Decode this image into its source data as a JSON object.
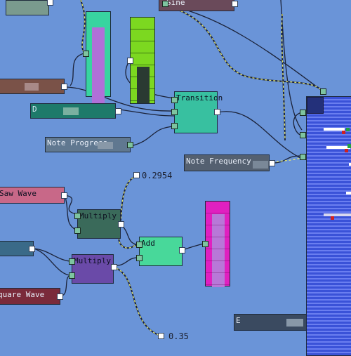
{
  "nodes": {
    "sine": {
      "label": "Sine"
    },
    "transition": {
      "label": "Transition"
    },
    "d_node": {
      "label": "D"
    },
    "note_progress": {
      "label": "Note Progress"
    },
    "note_frequency": {
      "label": "Note Frequency"
    },
    "saw_wave": {
      "label": "Saw Wave"
    },
    "multiply_1": {
      "label": "Multiply"
    },
    "multiply_2": {
      "label": "Multiply"
    },
    "add": {
      "label": "Add"
    },
    "square_wave": {
      "label": "quare Wave"
    },
    "e_node": {
      "label": "E"
    }
  },
  "values": {
    "const_top": "0.2954",
    "const_bottom": "0.35"
  },
  "colors": {
    "canvas": "#6a94d8",
    "wire": "#1b2238",
    "wire_dash": "#e4e870",
    "input_port": "#7ec4a0",
    "output_port": "#ffffff"
  }
}
